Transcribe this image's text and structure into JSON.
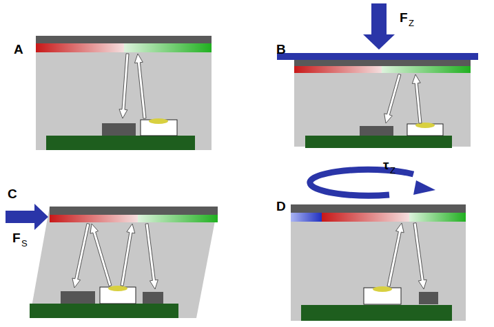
{
  "diagram": {
    "labels": [
      "A",
      "B",
      "F",
      "Z",
      "C",
      "F",
      "S",
      "D",
      "τ",
      "Z"
    ]
  }
}
